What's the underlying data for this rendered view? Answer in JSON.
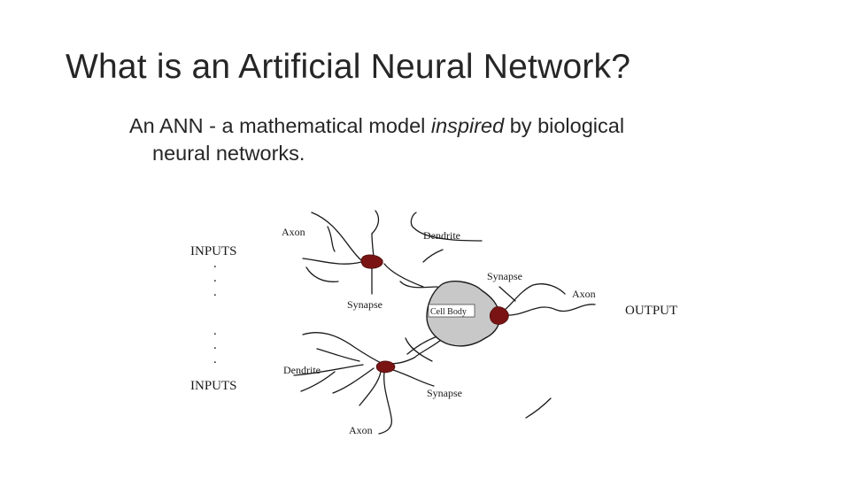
{
  "slide": {
    "title": "What is an Artificial Neural Network?",
    "body_prefix": "An ANN - a mathematical model ",
    "body_emphasis": "inspired",
    "body_suffix": " by biological",
    "body_line2": "neural networks."
  },
  "figure": {
    "inputs_top": "INPUTS",
    "inputs_bottom": "INPUTS",
    "output": "OUTPUT",
    "dot": ".",
    "labels": {
      "axon_top": "Axon",
      "dendrite_top": "Dendrite",
      "synapse_top": "Synapse",
      "synapse_left": "Synapse",
      "cell_body": "Cell Body",
      "axon_right": "Axon",
      "dendrite_bottom": "Dendrite",
      "synapse_bottom": "Synapse",
      "axon_bottom": "Axon"
    },
    "colors": {
      "synapse_fill": "#7a1414",
      "cell_body_fill": "#c8c8c8",
      "line": "#1a1a1a"
    }
  }
}
